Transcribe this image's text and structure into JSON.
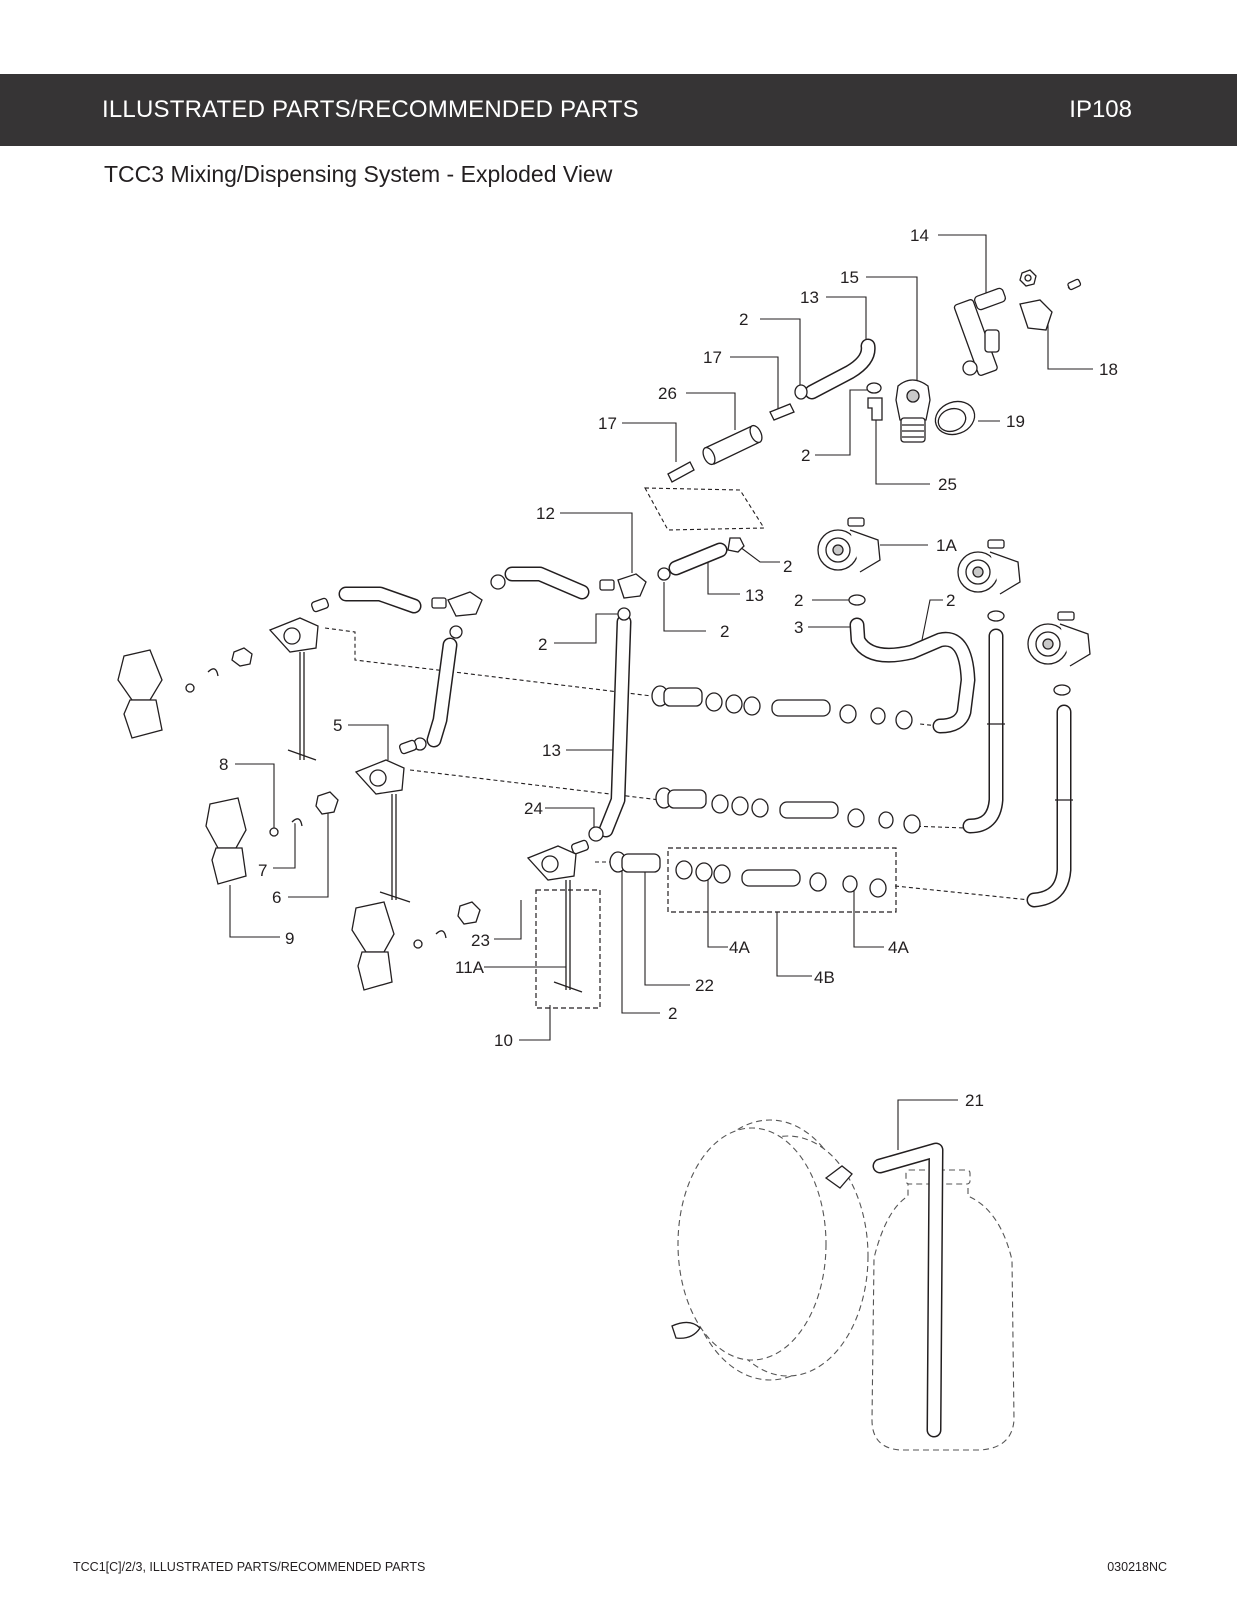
{
  "header": {
    "title": "ILLUSTRATED PARTS/RECOMMENDED PARTS",
    "page_code": "IP108"
  },
  "subtitle": "TCC3 Mixing/Dispensing System - Exploded View",
  "footer": {
    "left": "TCC1[C]/2/3, ILLUSTRATED PARTS/RECOMMENDED PARTS",
    "right": "030218NC"
  },
  "callouts": {
    "c14": "14",
    "c15": "15",
    "c13a": "13",
    "c2a": "2",
    "c18": "18",
    "c17a": "17",
    "c26": "26",
    "c19": "19",
    "c17b": "17",
    "c2b": "2",
    "c25": "25",
    "c12": "12",
    "c1A": "1A",
    "c2c": "2",
    "c13b": "13",
    "c2d": "2",
    "c2e": "2",
    "c3": "3",
    "c2f": "2",
    "c2g": "2",
    "c5": "5",
    "c13c": "13",
    "c8": "8",
    "c24": "24",
    "c7": "7",
    "c6": "6",
    "c9": "9",
    "c23": "23",
    "c4Aa": "4A",
    "c4Ab": "4A",
    "c11A": "11A",
    "c22": "22",
    "c4B": "4B",
    "c2h": "2",
    "c10": "10",
    "c21": "21"
  }
}
